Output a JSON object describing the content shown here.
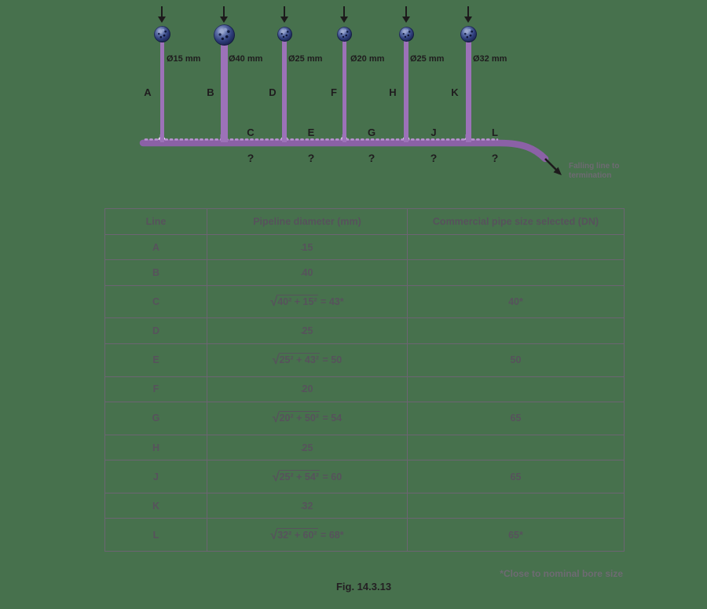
{
  "colors": {
    "background": "#47714d",
    "pipe": "#9c72b8",
    "main_line": "#8b61a6",
    "main_dots": "#bb92d4",
    "table_line": "#6c6472",
    "table_ink": "#57525c",
    "note_ink": "#6e6a72",
    "caption_ink": "#241f23",
    "label_ink": "#1f1c1e"
  },
  "diagram": {
    "droppers": [
      {
        "letter": "A",
        "size_label": "Ø15 mm"
      },
      {
        "letter": "B",
        "size_label": "Ø40 mm"
      },
      {
        "letter": "D",
        "size_label": "Ø25 mm"
      },
      {
        "letter": "F",
        "size_label": "Ø20 mm"
      },
      {
        "letter": "H",
        "size_label": "Ø25 mm"
      },
      {
        "letter": "K",
        "size_label": "Ø32 mm"
      }
    ],
    "segments": [
      {
        "letter": "C",
        "mark": "?"
      },
      {
        "letter": "E",
        "mark": "?"
      },
      {
        "letter": "G",
        "mark": "?"
      },
      {
        "letter": "J",
        "mark": "?"
      },
      {
        "letter": "L",
        "mark": "?"
      }
    ],
    "outlet_note_line1": "Falling line to",
    "outlet_note_line2": "termination"
  },
  "table": {
    "headers": [
      "Line",
      "Pipeline diameter (mm)",
      "Commercial pipe size selected (DN)"
    ],
    "rows": [
      {
        "line": "A",
        "sign": "",
        "rad": "",
        "text": "15",
        "commercial": ""
      },
      {
        "line": "B",
        "sign": "",
        "rad": "",
        "text": "40",
        "commercial": ""
      },
      {
        "line": "C",
        "sign": "√",
        "rad": "40² + 15²",
        "text": " = 43*",
        "commercial": "40*"
      },
      {
        "line": "D",
        "sign": "",
        "rad": "",
        "text": "25",
        "commercial": ""
      },
      {
        "line": "E",
        "sign": "√",
        "rad": "25² + 43²",
        "text": " = 50",
        "commercial": "50"
      },
      {
        "line": "F",
        "sign": "",
        "rad": "",
        "text": "20",
        "commercial": ""
      },
      {
        "line": "G",
        "sign": "√",
        "rad": "20² + 50²",
        "text": " = 54",
        "commercial": "65"
      },
      {
        "line": "H",
        "sign": "",
        "rad": "",
        "text": "25",
        "commercial": ""
      },
      {
        "line": "J",
        "sign": "√",
        "rad": "25² + 54²",
        "text": " = 60",
        "commercial": "65"
      },
      {
        "line": "K",
        "sign": "",
        "rad": "",
        "text": "32",
        "commercial": ""
      },
      {
        "line": "L",
        "sign": "√",
        "rad": "32² + 60²",
        "text": " = 68*",
        "commercial": "65*"
      }
    ]
  },
  "footnote": "*Close to nominal bore size",
  "caption": "Fig. 14.3.13"
}
